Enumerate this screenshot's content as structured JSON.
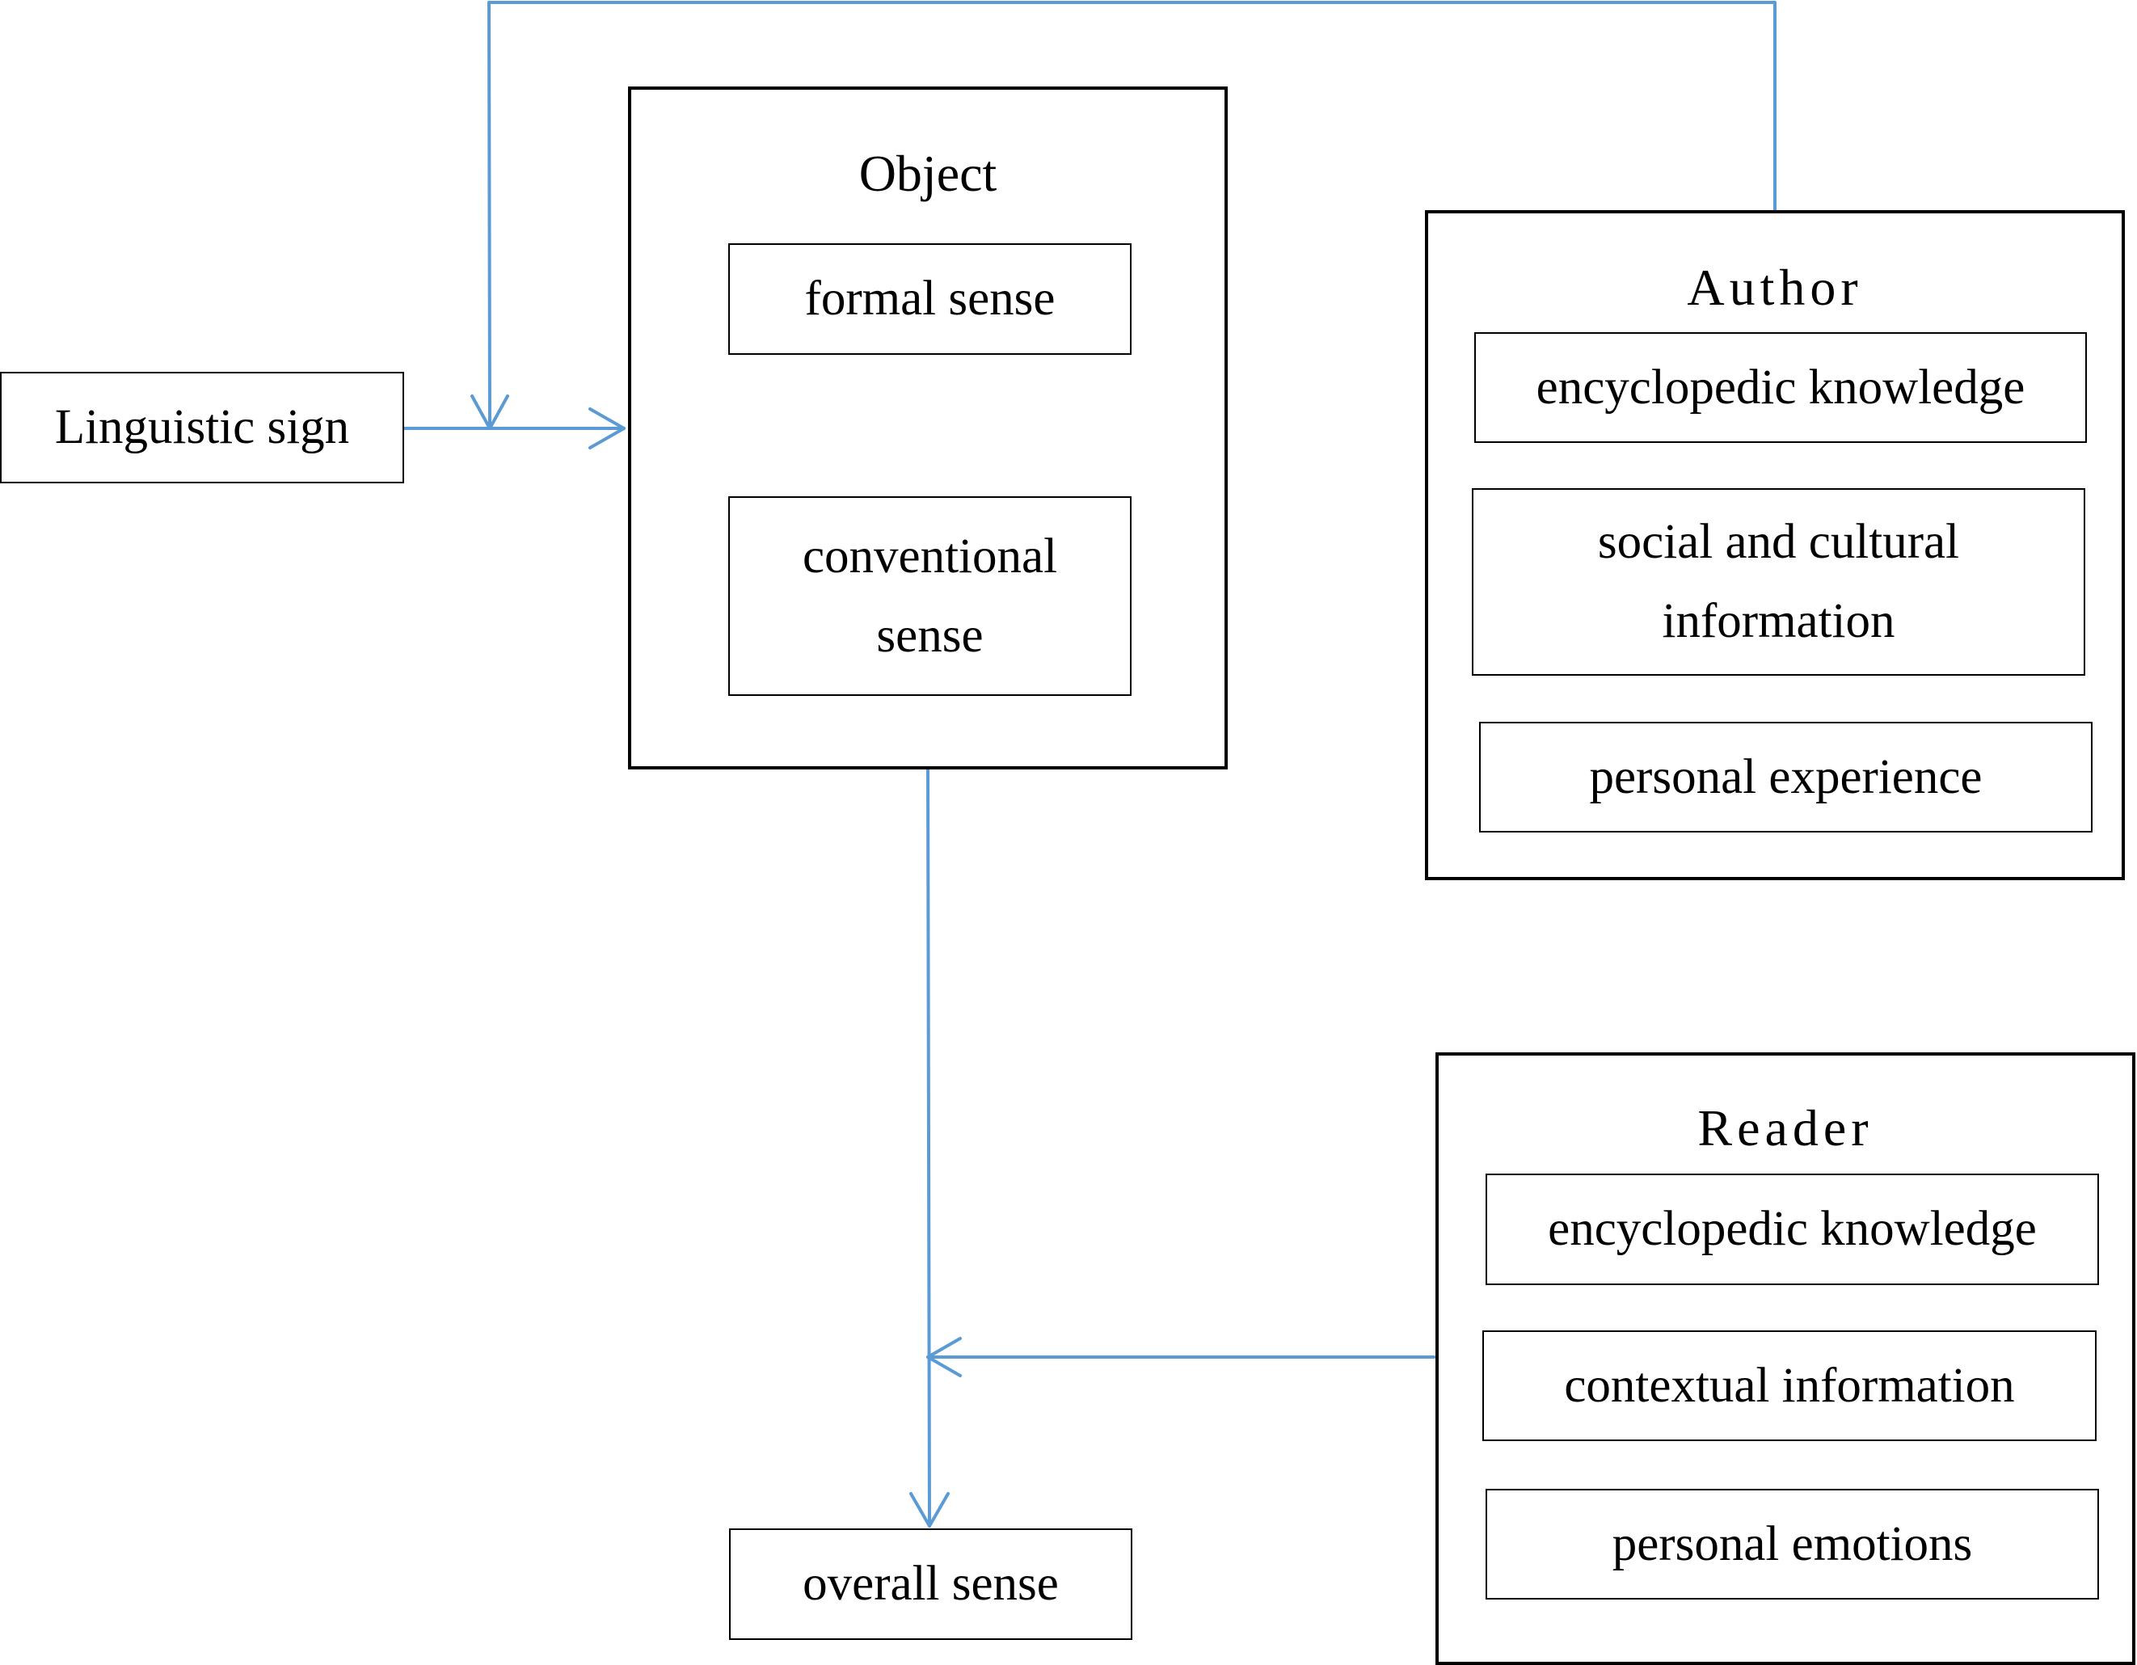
{
  "colors": {
    "connector": "#5b9bd5",
    "border": "#000000",
    "background": "#ffffff"
  },
  "linguistic_sign": "Linguistic sign",
  "object": {
    "title": "Object",
    "formal_sense": "formal sense",
    "conventional_sense": "conventional sense"
  },
  "author": {
    "title": "Author",
    "items": [
      "encyclopedic knowledge",
      "social and cultural information",
      "personal experience"
    ]
  },
  "reader": {
    "title": "Reader",
    "items": [
      "encyclopedic knowledge",
      "contextual information",
      "personal emotions"
    ]
  },
  "overall_sense": "overall sense"
}
